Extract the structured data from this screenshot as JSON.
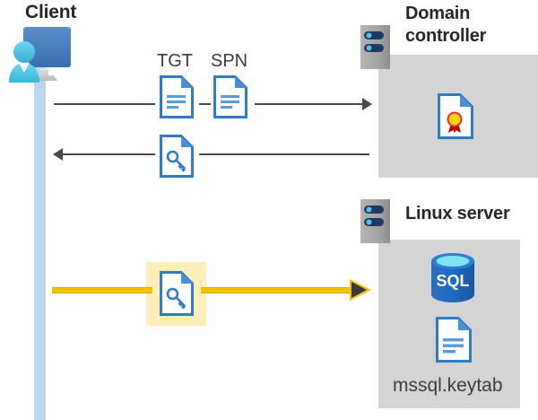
{
  "diagram": {
    "title": "Kerberos authentication flow between client, domain controller and Linux server",
    "accent_yellow": "#f4c300",
    "highlight_fill": "#fdeeba",
    "panel_gray": "#d4d4d4",
    "line_gray": "#4a4a4d",
    "icon_blue": "#2f7bc4",
    "lifeline_blue": "#bcd6f0"
  },
  "client": {
    "title": "Client",
    "icon": "client-workstation-icon",
    "lifeline": "client-lifeline"
  },
  "domain_controller": {
    "title": "Domain controller",
    "title_line1": "Domain",
    "title_line2": "controller",
    "server_icon": "server-rack-icon",
    "content_icon": "certificate-document-icon"
  },
  "linux_server": {
    "title": "Linux server",
    "server_icon": "server-rack-icon",
    "database_icon": "sql-database-icon",
    "keytab_icon": "document-icon",
    "keytab_label": "mssql.keytab"
  },
  "flows": [
    {
      "id": "request",
      "label_tgt": "TGT",
      "label_spn": "SPN",
      "direction": "client-to-domain-controller",
      "color": "#4a4a4d",
      "icons": [
        "document-icon",
        "document-icon"
      ]
    },
    {
      "id": "response",
      "direction": "domain-controller-to-client",
      "color": "#4a4a4d",
      "icons": [
        "service-ticket-key-document-icon"
      ]
    },
    {
      "id": "service-ticket",
      "direction": "client-to-linux-server",
      "color": "#f4c300",
      "highlighted": true,
      "icons": [
        "service-ticket-key-document-icon"
      ]
    }
  ],
  "labels": {
    "tgt": "TGT",
    "spn": "SPN"
  }
}
